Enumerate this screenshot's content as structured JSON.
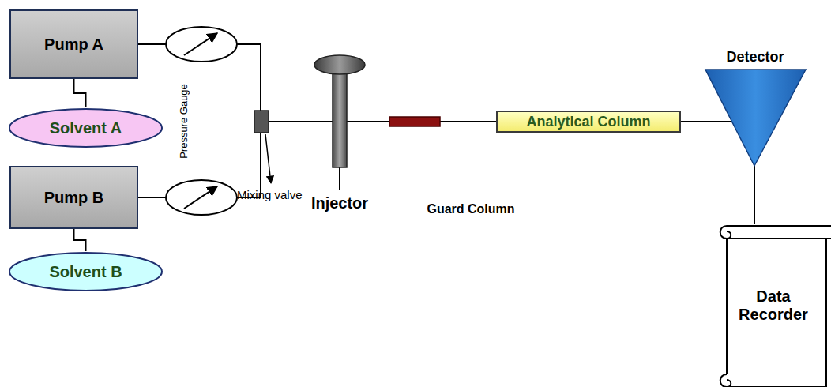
{
  "diagram": {
    "nodes": [
      {
        "text": [
          "Pump A"
        ]
      },
      {
        "text": [
          "Solvent A"
        ]
      },
      {
        "text": [
          "Pump B"
        ]
      },
      {
        "text": [
          "Solvent B"
        ]
      },
      {
        "text": [
          "Analytical Column"
        ]
      },
      {
        "text": [
          "Data Recorder"
        ]
      }
    ],
    "edges": [
      {
        "from": 0,
        "to": 1,
        "arrow": "none"
      },
      {
        "from": 2,
        "to": 3,
        "arrow": "none"
      }
    ],
    "labels": [
      "Pressure Gauge",
      "Mixing valve",
      "Injector",
      "Guard Column",
      "Detector"
    ]
  }
}
